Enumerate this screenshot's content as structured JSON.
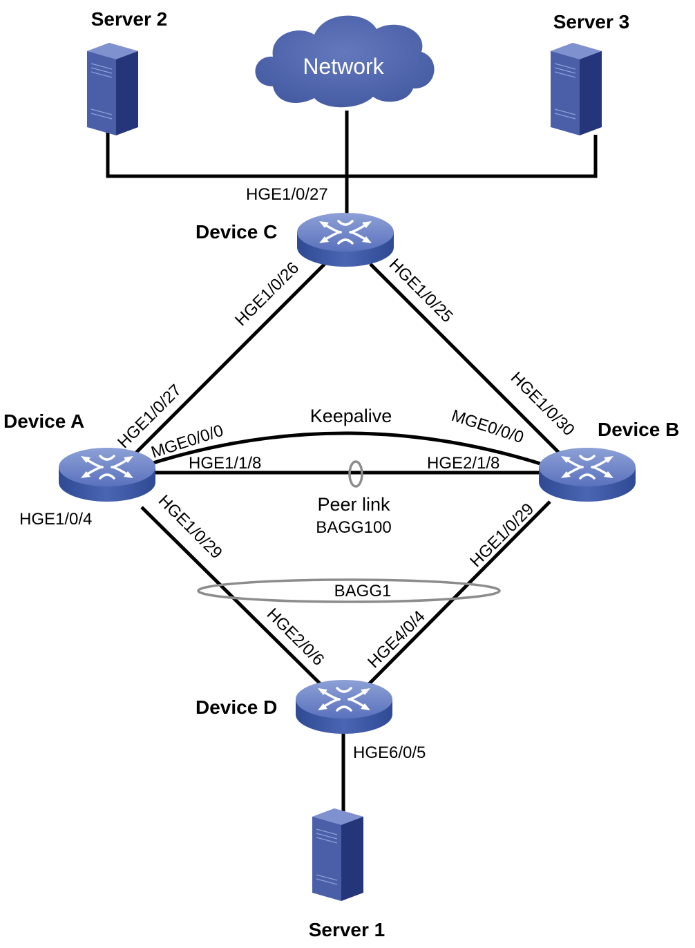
{
  "network": {
    "label": "Network"
  },
  "servers": {
    "server1": "Server 1",
    "server2": "Server 2",
    "server3": "Server 3"
  },
  "devices": {
    "a": "Device A",
    "b": "Device B",
    "c": "Device C",
    "d": "Device D"
  },
  "links": {
    "keepalive": "Keepalive",
    "peer_link": "Peer link",
    "bagg100": "BAGG100",
    "bagg1": "BAGG1"
  },
  "ports": {
    "c_uplink": "HGE1/0/27",
    "c_to_a": "HGE1/0/26",
    "c_to_b": "HGE1/0/25",
    "a_to_c": "HGE1/0/27",
    "a_mge": "MGE0/0/0",
    "a_peer": "HGE1/1/8",
    "a_access": "HGE1/0/4",
    "a_to_d": "HGE1/0/29",
    "b_to_c": "HGE1/0/30",
    "b_mge": "MGE0/0/0",
    "b_peer": "HGE2/1/8",
    "b_to_d": "HGE1/0/29",
    "d_to_a": "HGE2/0/6",
    "d_to_b": "HGE4/0/4",
    "d_to_server": "HGE6/0/5"
  },
  "colors": {
    "device_top": "#6f84c5",
    "device_side": "#3d5aa3",
    "cloud": "#5166ad",
    "server_front": "#3a4f9c",
    "server_side": "#22306e",
    "line": "#000000",
    "ellipse": "#8c8c8c"
  }
}
